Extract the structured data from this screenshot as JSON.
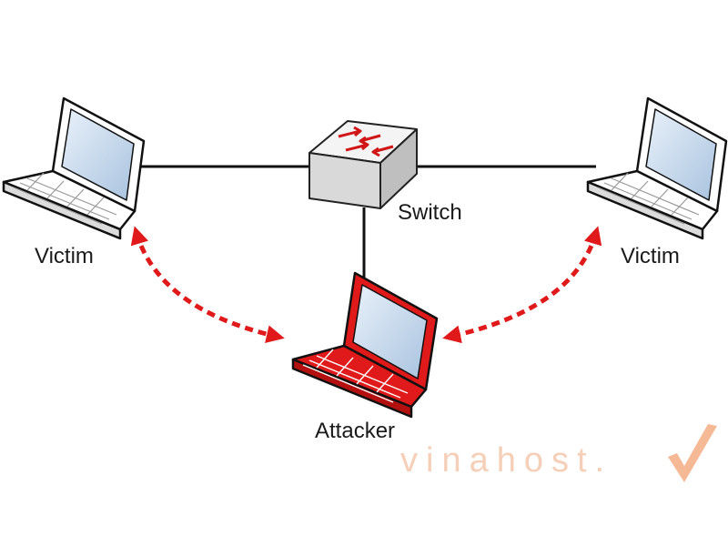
{
  "nodes": {
    "victim_left": {
      "label": "Victim"
    },
    "victim_right": {
      "label": "Victim"
    },
    "switch": {
      "label": "Switch"
    },
    "attacker": {
      "label": "Attacker"
    }
  },
  "watermark": {
    "text": "vinahost.",
    "mark": "check-icon"
  },
  "colors": {
    "link": "#111111",
    "attack_arrow": "#e01a1a",
    "attacker_laptop": "#e01a1a",
    "victim_laptop": "#ffffff",
    "switch_body": "#e6e6e6",
    "watermark": "#f2c09f"
  }
}
